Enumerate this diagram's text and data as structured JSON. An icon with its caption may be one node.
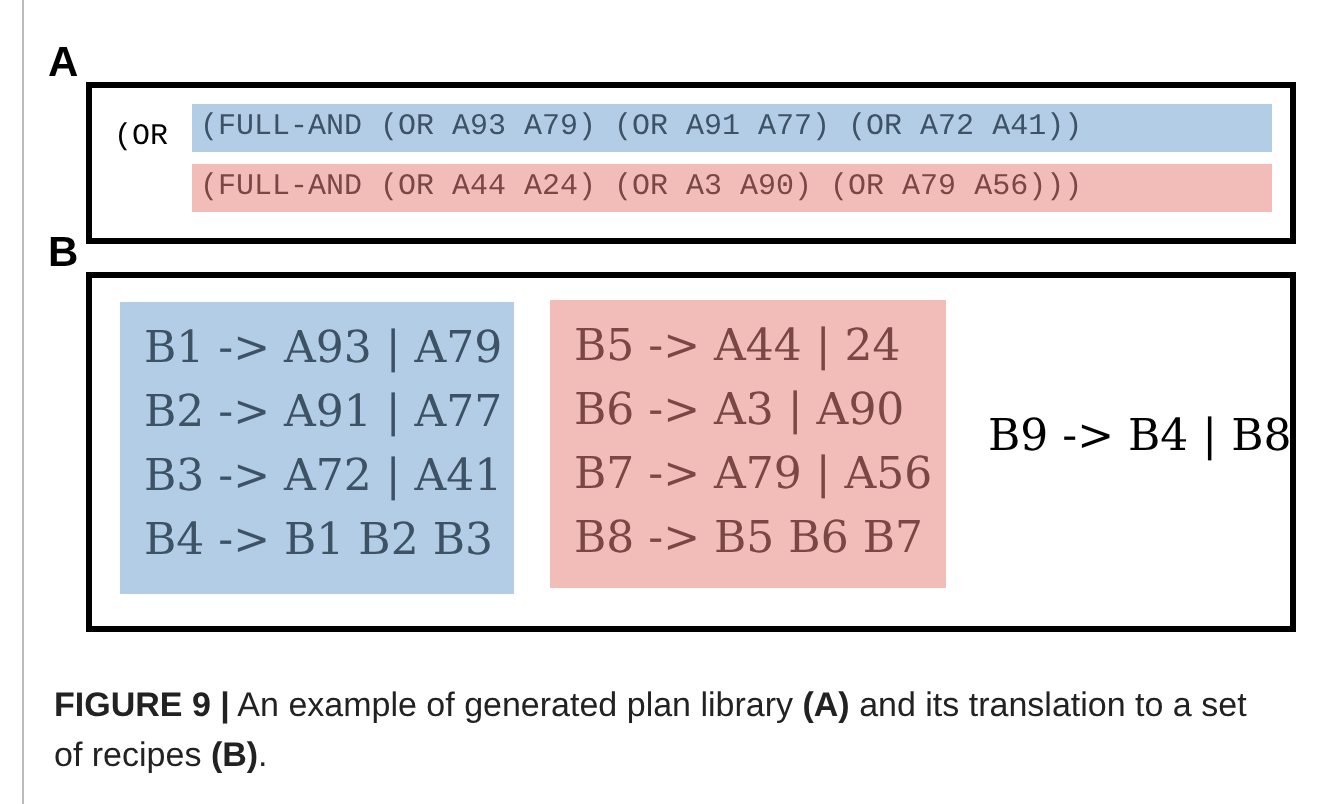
{
  "diagram": {
    "caption": "**FIGURE 9 |** An example of generated plan library **(A)** and its translation to a set of recipes **(B)**.",
    "nodes": [
      {
        "text": [
          "A",
          "(OR"
        ]
      },
      {
        "text": [
          "(FULL-AND (OR A93 A79) (OR A91 A77) (OR A72 A41))"
        ],
        "in": 0
      },
      {
        "text": [
          "(FULL-AND (OR A44 A24) (OR A3 A90) (OR A79 A56)))"
        ],
        "in": 0
      },
      {
        "text": [
          "B",
          "B9 -> B4 | B8"
        ]
      },
      {
        "text": [
          "B1 -> A93 | A79",
          "B2 -> A91 | A77",
          "B3 -> A72 | A41",
          "B4 -> B1 B2 B3"
        ],
        "in": 3
      },
      {
        "text": [
          "B5 -> A44 | 24",
          "B6 -> A3 | A90",
          "B7 -> A79 | A56",
          "B8 -> B5 B6 B7"
        ],
        "in": 3
      }
    ]
  }
}
